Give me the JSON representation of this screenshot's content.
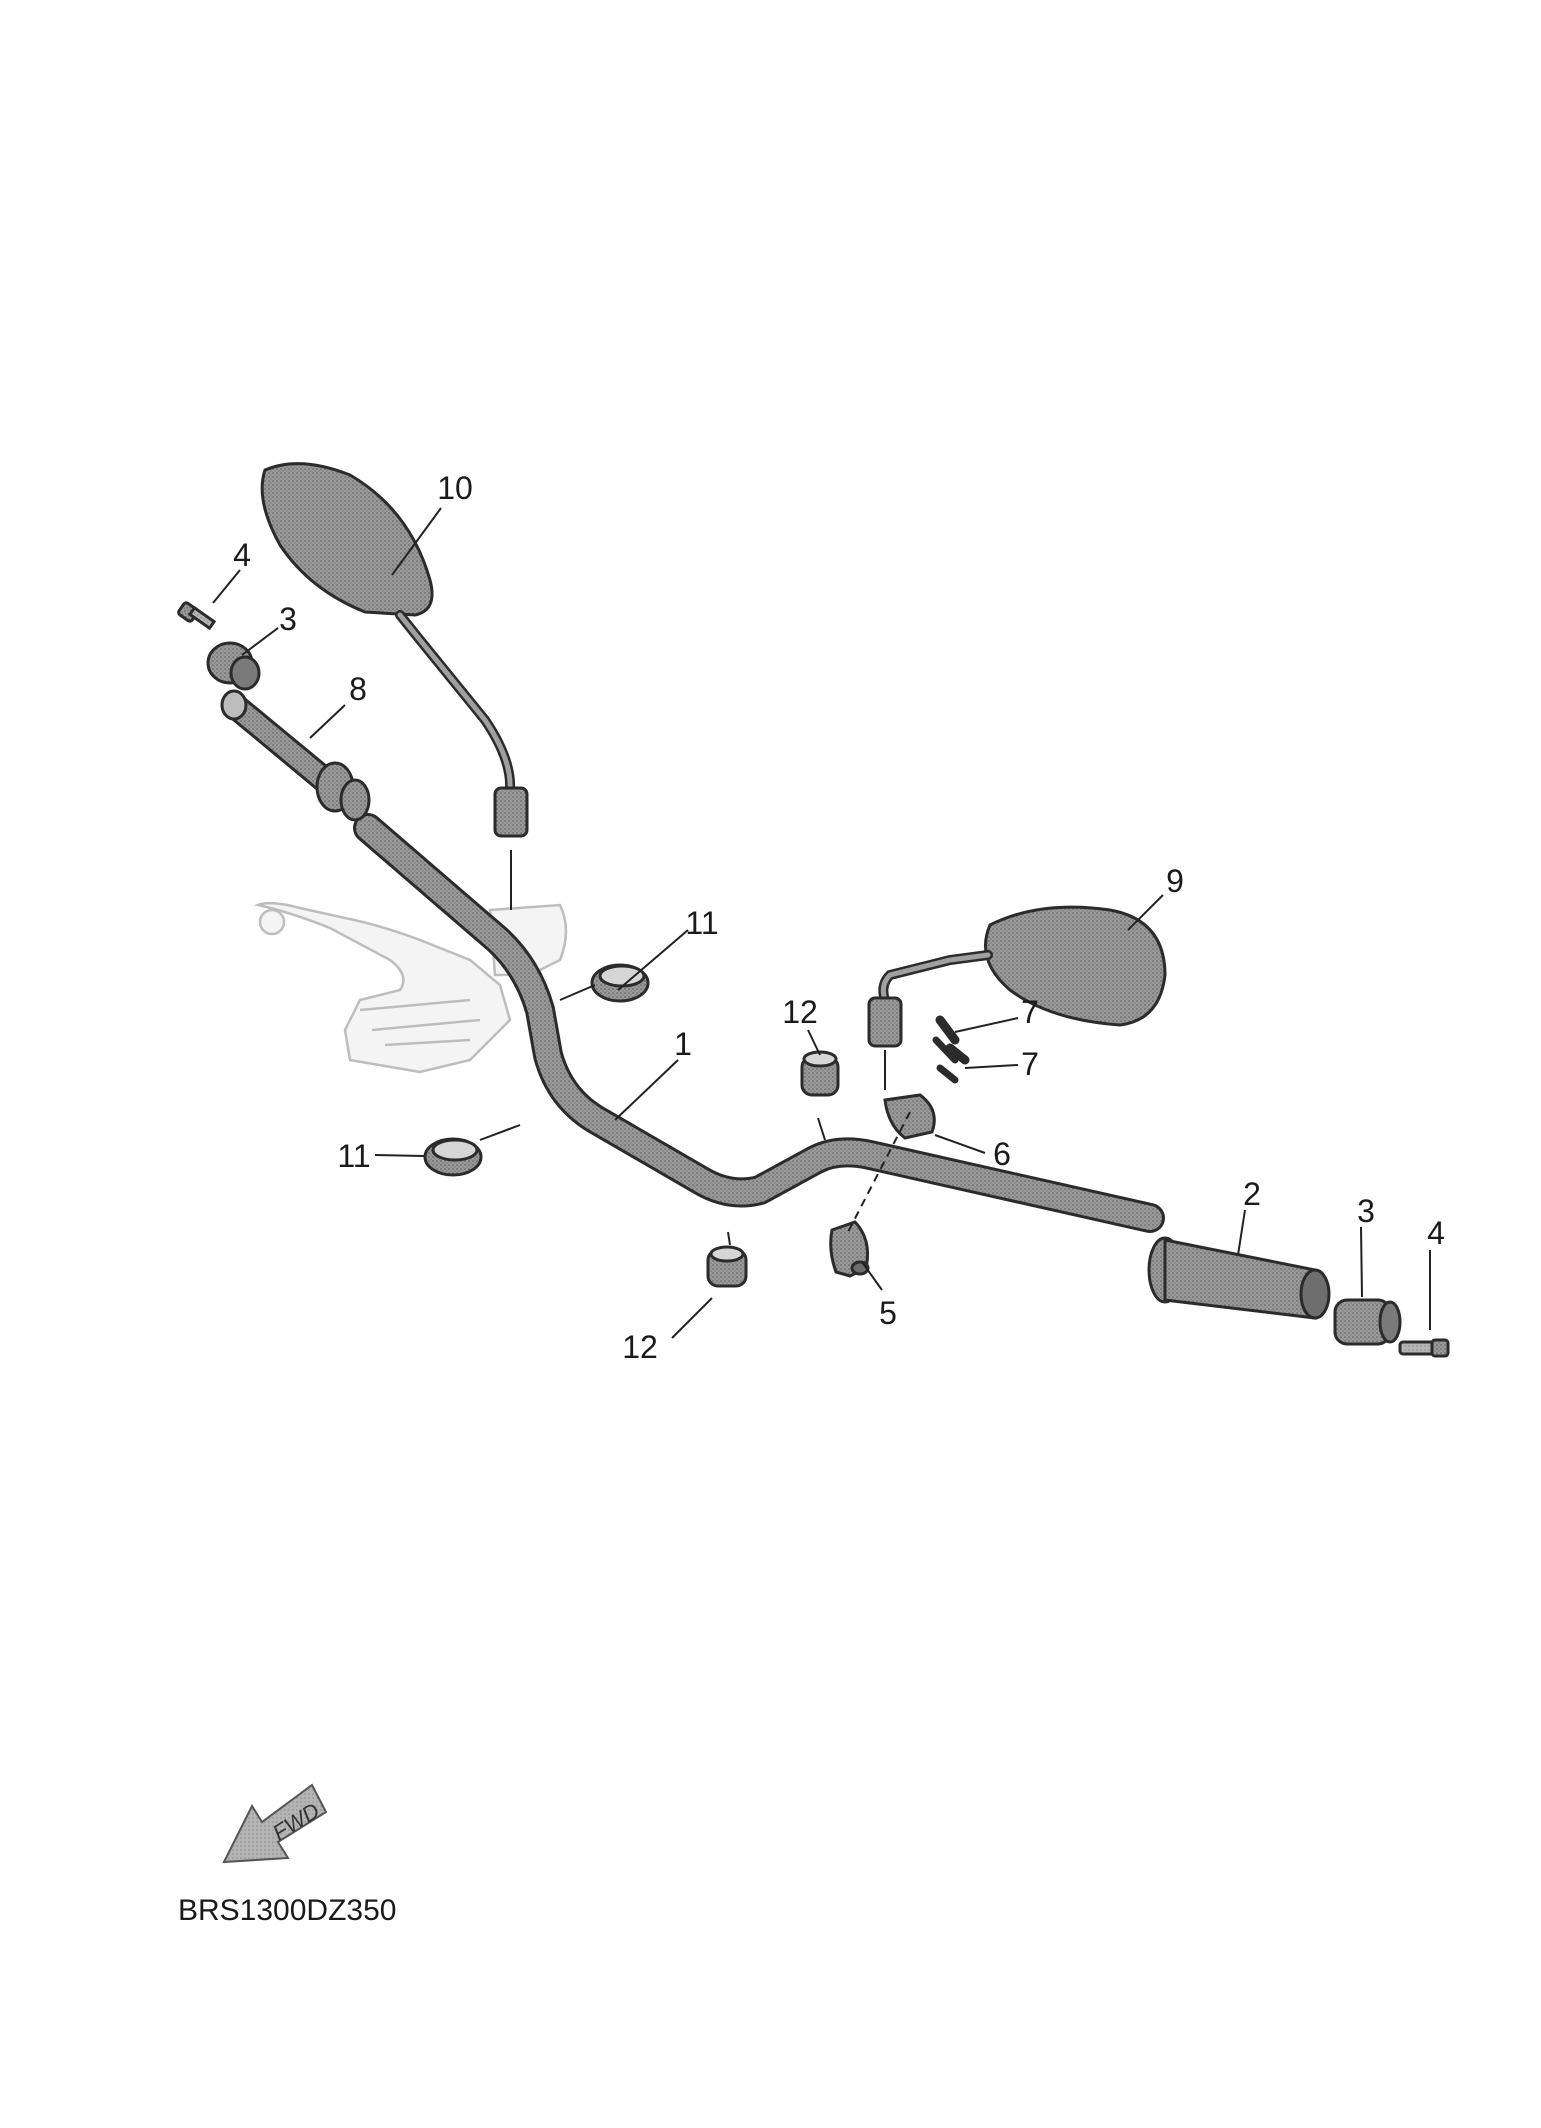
{
  "diagram": {
    "drawing_code": "BRS1300DZ350",
    "direction_marker": "FWD",
    "callouts": {
      "handlebar": "1",
      "right_grip": "2",
      "end_weight_left": "3",
      "end_weight_right": "3",
      "bolt_left": "4",
      "bolt_right": "4",
      "holder_lower": "5",
      "holder_upper": "6",
      "screw_a": "7",
      "screw_b": "7",
      "left_grip": "8",
      "mirror_right": "9",
      "mirror_left": "10",
      "collar_upper": "11",
      "collar_lower": "11",
      "band_upper": "12",
      "band_lower": "12"
    },
    "colors": {
      "part_fill": "#8c8c8c",
      "part_dark": "#6e6e6e",
      "ghost": "#bdbdbd",
      "line": "#222222"
    }
  }
}
